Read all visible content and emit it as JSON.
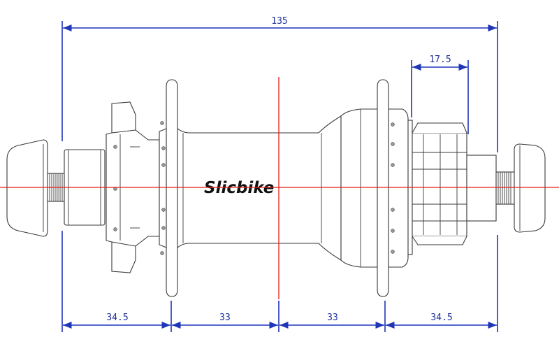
{
  "brand": {
    "logo_text": "Slicbike"
  },
  "dimensions": {
    "overall_width": "135",
    "freehub_offset": "17.5",
    "left_end_to_disc_flange": "34.5",
    "disc_flange_to_center": "33",
    "center_to_drive_flange": "33",
    "drive_flange_to_right_end": "34.5"
  },
  "colors": {
    "dimension_lines": "#1f36b8",
    "center_lines": "#e41d1d",
    "part_outline": "#3a3a3a"
  },
  "drawing": {
    "subject": "rear hub with disc rotor mount and cassette freehub body",
    "units": "mm"
  }
}
